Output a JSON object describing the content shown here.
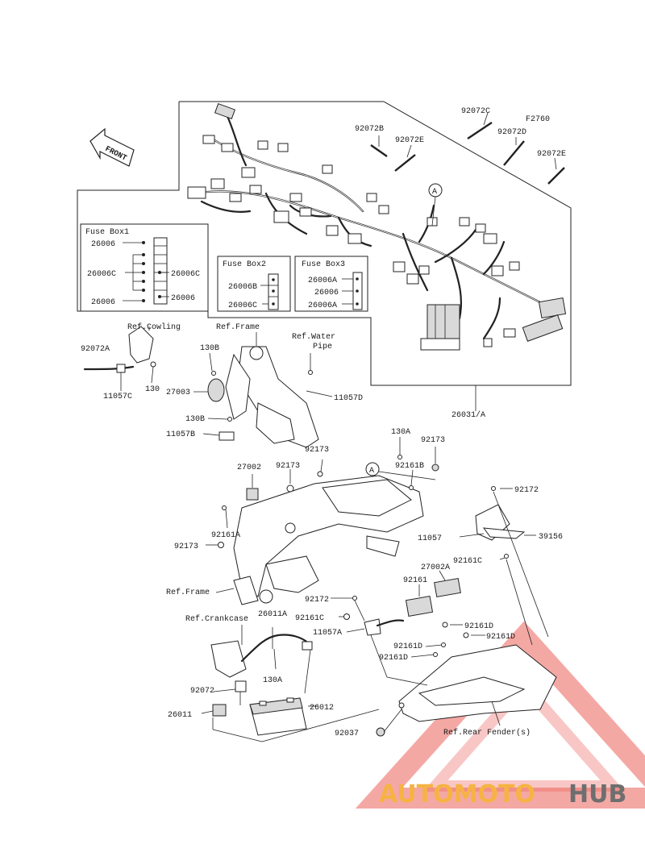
{
  "labels": {
    "front": "FRONT",
    "p_92072C": "92072C",
    "p_F2760": "F2760",
    "p_92072B": "92072B",
    "p_92072E_a": "92072E",
    "p_92072D": "92072D",
    "p_92072E_b": "92072E",
    "ref_A_top": "A",
    "p_26031A": "26031/A",
    "p_92072A": "92072A",
    "p_11057C": "11057C",
    "p_130": "130",
    "ref_cowling": "Ref.Cowling",
    "ref_frame_top": "Ref.Frame",
    "ref_water": "Ref.Water",
    "ref_pipe": "Pipe",
    "p_130B_a": "130B",
    "p_27003": "27003",
    "p_11057D": "11057D",
    "p_130B_b": "130B",
    "p_11057B": "11057B",
    "p_130A_a": "130A",
    "p_92173_a": "92173",
    "p_92173_b": "92173",
    "p_92173_c": "92173",
    "p_92161B": "92161B",
    "ref_A_mid": "A",
    "p_27002": "27002",
    "p_92161A": "92161A",
    "p_92173_d": "92173",
    "p_92172_a": "92172",
    "p_11057": "11057",
    "p_39156": "39156",
    "p_92161C_a": "92161C",
    "ref_frame_mid": "Ref.Frame",
    "p_27002A": "27002A",
    "p_92161": "92161",
    "p_92172_b": "92172",
    "p_92161C_b": "92161C",
    "p_11057A": "11057A",
    "ref_crankcase": "Ref.Crankcase",
    "p_26011A": "26011A",
    "p_92161D_a": "92161D",
    "p_92161D_b": "92161D",
    "p_92161D_c": "92161D",
    "p_92161D_d": "92161D",
    "p_130A_b": "130A",
    "p_92072": "92072",
    "p_26012": "26012",
    "p_26011": "26011",
    "p_92037": "92037",
    "ref_rear_fender": "Ref.Rear Fender(s)"
  },
  "fuse_box1": {
    "title": "Fuse Box1",
    "left": [
      "26006",
      "26006C",
      "26006"
    ],
    "right": [
      "26006C",
      "26006"
    ]
  },
  "fuse_box2": {
    "title": "Fuse Box2",
    "items": [
      "26006B",
      "26006C"
    ]
  },
  "fuse_box3": {
    "title": "Fuse Box3",
    "items": [
      "26006A",
      "26006",
      "26006A"
    ]
  },
  "watermark": {
    "part1": "AUTOMOTO",
    "part2": "HUB",
    "color_orange": "#f5a623",
    "color_dark": "#555555",
    "color_red": "#e8453c"
  }
}
